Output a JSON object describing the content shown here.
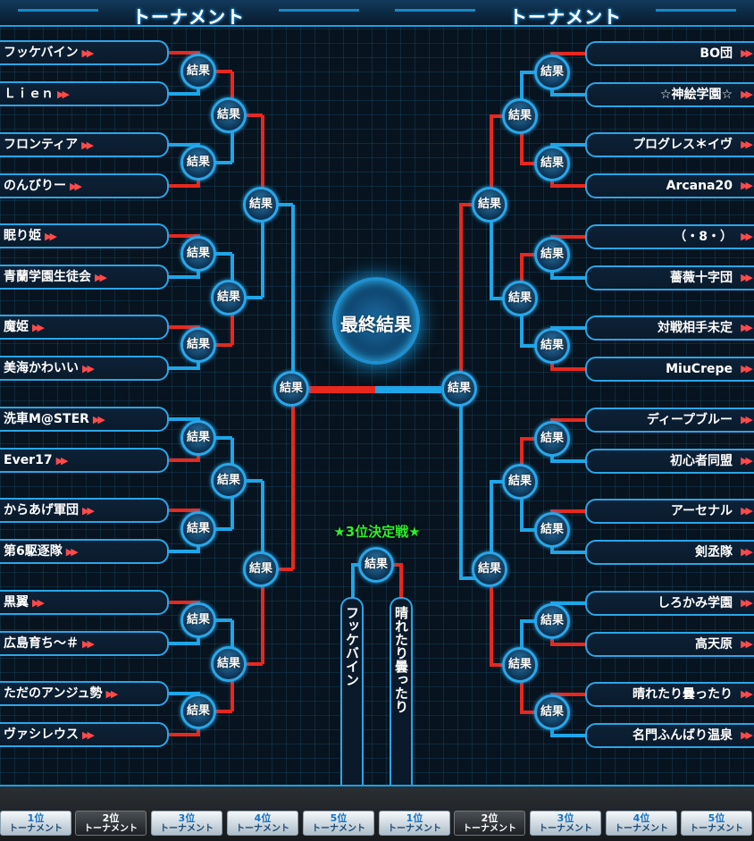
{
  "header": {
    "title_left": "トーナメント",
    "title_right": "トーナメント"
  },
  "result_label": "結果",
  "arrow_glyph": "▶▶",
  "final_label": "最終結果",
  "third_place": {
    "title": "★3位決定戦★",
    "team_a": "フッケバイン",
    "team_b": "晴れたり曇ったり"
  },
  "left_teams": [
    "フッケバイン",
    "Ｌｉｅｎ",
    "フロンティア",
    "のんびりー",
    "眠り姫",
    "青蘭学園生徒会",
    "魔姫",
    "美海かわいい",
    "洗車M@STER",
    "Ever17",
    "からあげ軍団",
    "第6駆逐隊",
    "黒翼",
    "広島育ち～＃",
    "ただのアンジュ勢",
    "ヴァシレウス"
  ],
  "right_teams": [
    "BO団",
    "☆神絵学園☆",
    "プログレス＊イヴ",
    "Arcana20",
    "（・8・）",
    "薔薇十字団",
    "対戦相手未定",
    "MiuCrepe",
    "ディープブルー",
    "初心者同盟",
    "アーセナル",
    "剣丞隊",
    "しろかみ学園",
    "高天原",
    "晴れたり曇ったり",
    "名門ふんばり温泉"
  ],
  "colors": {
    "winner_line": "#e8281e",
    "normal_line": "#1ea6e8",
    "third_title": "#2ef02e"
  },
  "footer_tabs": [
    {
      "rank": "1位",
      "label": "トーナメント",
      "selected": false
    },
    {
      "rank": "2位",
      "label": "トーナメント",
      "selected": true
    },
    {
      "rank": "3位",
      "label": "トーナメント",
      "selected": false
    },
    {
      "rank": "4位",
      "label": "トーナメント",
      "selected": false
    },
    {
      "rank": "5位",
      "label": "トーナメント",
      "selected": false
    },
    {
      "rank": "1位",
      "label": "トーナメント",
      "selected": false
    },
    {
      "rank": "2位",
      "label": "トーナメント",
      "selected": true
    },
    {
      "rank": "3位",
      "label": "トーナメント",
      "selected": false
    },
    {
      "rank": "4位",
      "label": "トーナメント",
      "selected": false
    },
    {
      "rank": "5位",
      "label": "トーナメント",
      "selected": false
    }
  ]
}
